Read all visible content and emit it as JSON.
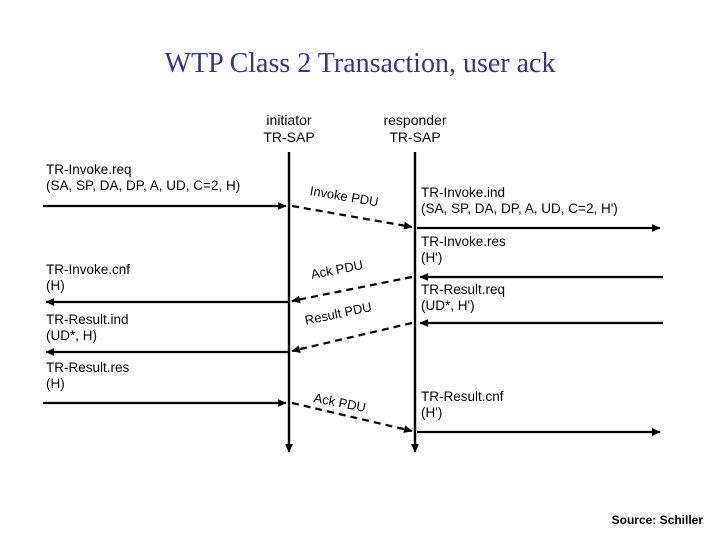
{
  "title": "WTP Class 2 Transaction, user ack",
  "theme": {
    "title_color": "#333399",
    "line_color": "#000000",
    "background": "#ffffff"
  },
  "columns": {
    "initiator": {
      "role": "initiator",
      "sap": "TR-SAP"
    },
    "responder": {
      "role": "responder",
      "sap": "TR-SAP"
    }
  },
  "primitives": {
    "left": [
      {
        "name": "TR-Invoke.req",
        "params": "(SA, SP, DA, DP, A, UD, C=2, H)"
      },
      {
        "name": "TR-Invoke.cnf",
        "params": "(H)"
      },
      {
        "name": "TR-Result.ind",
        "params": "(UD*, H)"
      },
      {
        "name": "TR-Result.res",
        "params": "(H)"
      }
    ],
    "right": [
      {
        "name": "TR-Invoke.ind",
        "params": "(SA, SP, DA, DP, A, UD, C=2, H')"
      },
      {
        "name": "TR-Invoke.res",
        "params": "(H')"
      },
      {
        "name": "TR-Result.req",
        "params": "(UD*, H')"
      },
      {
        "name": "TR-Result.cnf",
        "params": "(H')"
      }
    ]
  },
  "pdus": [
    {
      "label": "Invoke PDU",
      "direction": "initiator-to-responder"
    },
    {
      "label": "Ack PDU",
      "direction": "responder-to-initiator"
    },
    {
      "label": "Result PDU",
      "direction": "responder-to-initiator"
    },
    {
      "label": "Ack PDU",
      "direction": "initiator-to-responder"
    }
  ],
  "source": "Source: Schiller"
}
